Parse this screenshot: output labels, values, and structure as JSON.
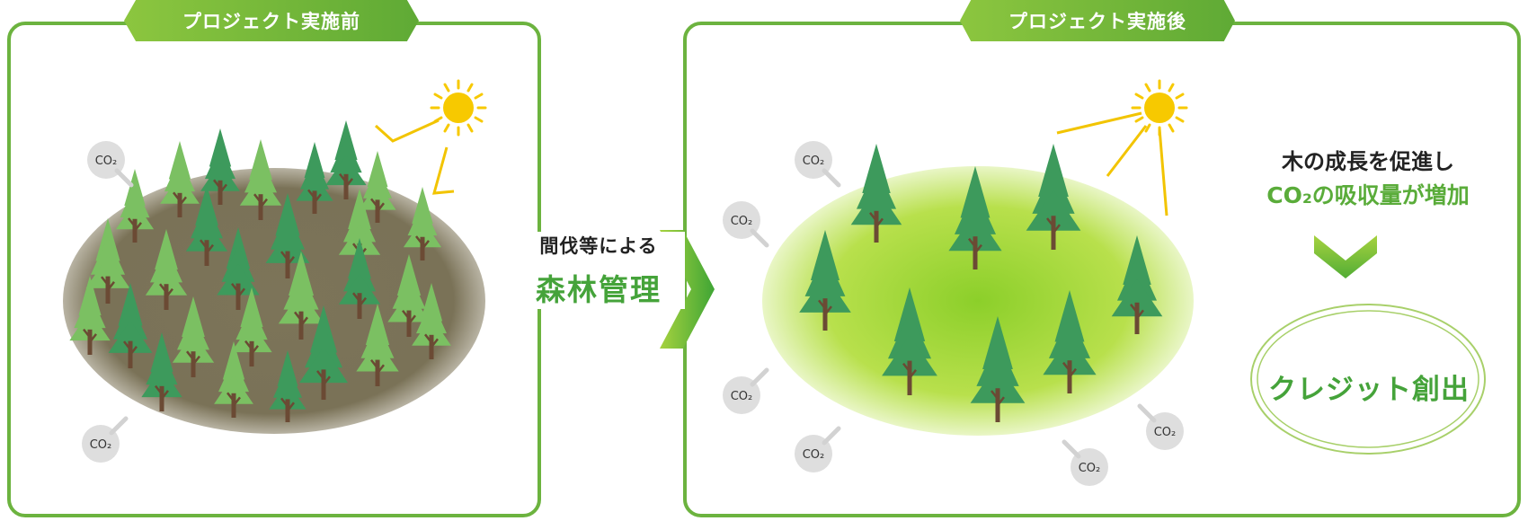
{
  "before": {
    "label": "プロジェクト実施前"
  },
  "after": {
    "label": "プロジェクト実施後"
  },
  "middle": {
    "line1": "間伐等による",
    "line2": "森林管理"
  },
  "result": {
    "line1": "木の成長を促進し",
    "line2": "CO₂の吸収量が増加",
    "credit": "クレジット創出"
  },
  "co2_label": "CO₂",
  "colors": {
    "frame_green": "#6cb33f",
    "tree_dark": "#3d9a5c",
    "tree_light": "#7bc062",
    "trunk": "#6b4a34",
    "soil": "#7b735b",
    "meadow": "#b9e04a",
    "sun": "#f7c900",
    "arrow_green": "#66b83a",
    "text_green": "#45a33a"
  }
}
